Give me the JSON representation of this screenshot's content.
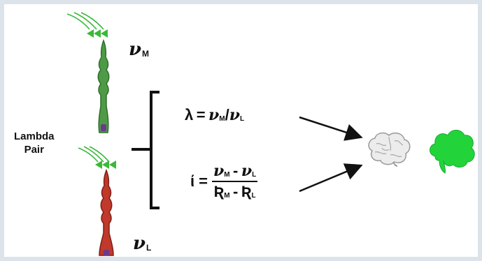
{
  "cone_medium": {
    "label_symbol": "ν",
    "label_subscript": "M",
    "color": "#4f9a47",
    "outline": "#2f6f2b"
  },
  "cone_long": {
    "label_symbol": "ν",
    "label_subscript": "L",
    "color": "#c0392b",
    "outline": "#7e1f16"
  },
  "pair_label": {
    "line1": "Lambda",
    "line2": "Pair"
  },
  "formula_lambda": {
    "lhs": "λ",
    "equals": "=",
    "num_symbol": "ν",
    "num_subscript": "M",
    "slash": "/",
    "den_symbol": "ν",
    "den_subscript": "L"
  },
  "formula_i": {
    "lhs": "ί",
    "equals": "=",
    "num_a_symbol": "ν",
    "num_a_subscript": "M",
    "num_minus": "-",
    "num_b_symbol": "ν",
    "num_b_subscript": "L",
    "den_a_symbol": "Ʀ",
    "den_a_subscript": "M",
    "den_minus": "-",
    "den_b_symbol": "Ʀ",
    "den_b_subscript": "L"
  },
  "icons": {
    "light_rays_color": "#3bb83b",
    "brain_color": "#cfcfcf",
    "cloud_color": "#22d43a"
  }
}
